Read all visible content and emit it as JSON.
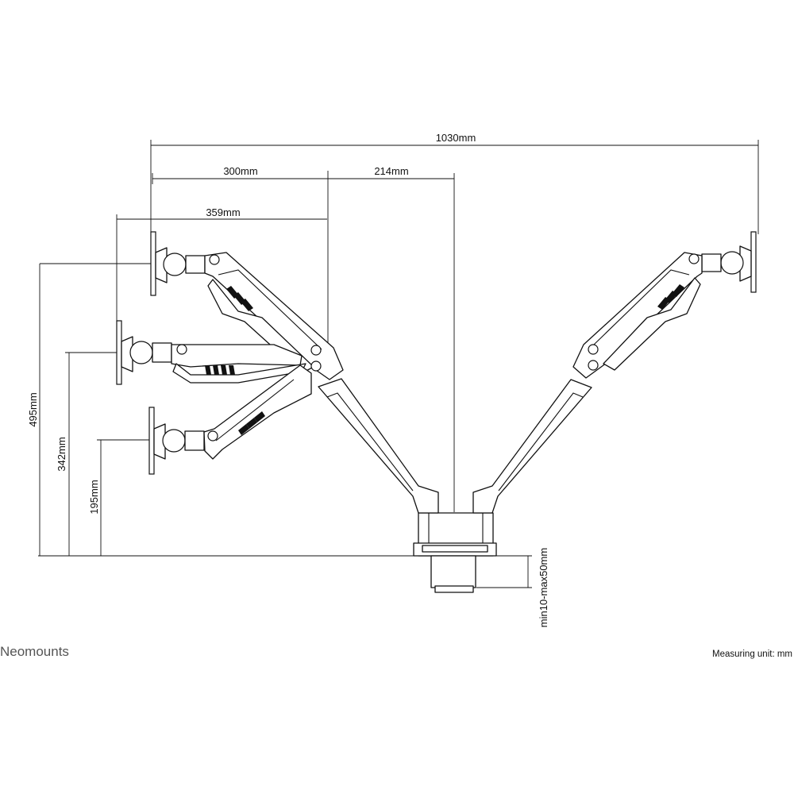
{
  "dimensions": {
    "total_width": "1030mm",
    "reach_outer": "300mm",
    "reach_inner": "214mm",
    "reach_mid": "359mm",
    "height_max": "495mm",
    "height_mid": "342mm",
    "height_min": "195mm",
    "desk_thickness": "min10-max50mm"
  },
  "brand": "Neomounts",
  "measuring_unit": "Measuring unit: mm",
  "colors": {
    "line": "#111111",
    "background": "#ffffff",
    "brand": "#555555"
  }
}
